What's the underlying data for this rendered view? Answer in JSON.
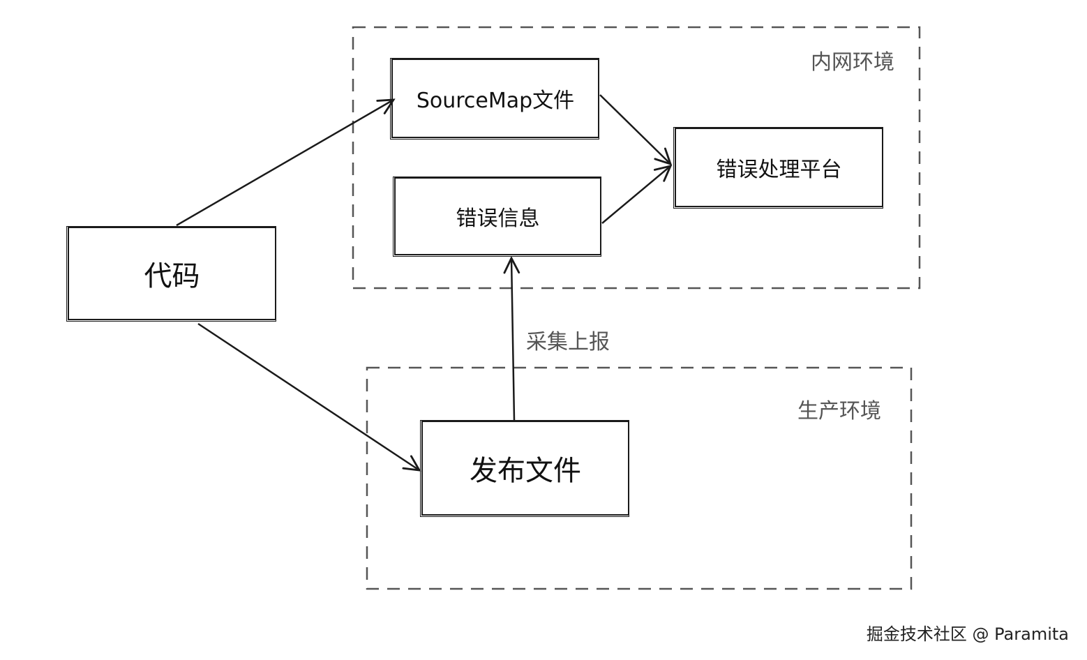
{
  "zones": {
    "intranet": {
      "label": "内网环境"
    },
    "production": {
      "label": "生产环境"
    }
  },
  "nodes": {
    "code": {
      "label": "代码"
    },
    "sourcemap": {
      "label": "SourceMap文件"
    },
    "error_info": {
      "label": "错误信息"
    },
    "platform": {
      "label": "错误处理平台"
    },
    "release": {
      "label": "发布文件"
    }
  },
  "edges": {
    "collect_report": {
      "label": "采集上报"
    }
  },
  "watermark": {
    "text": "掘金技术社区 @ Paramita"
  },
  "colors": {
    "stroke": "#1a1a1a",
    "dashed": "#555555",
    "label_gray": "#555555"
  }
}
